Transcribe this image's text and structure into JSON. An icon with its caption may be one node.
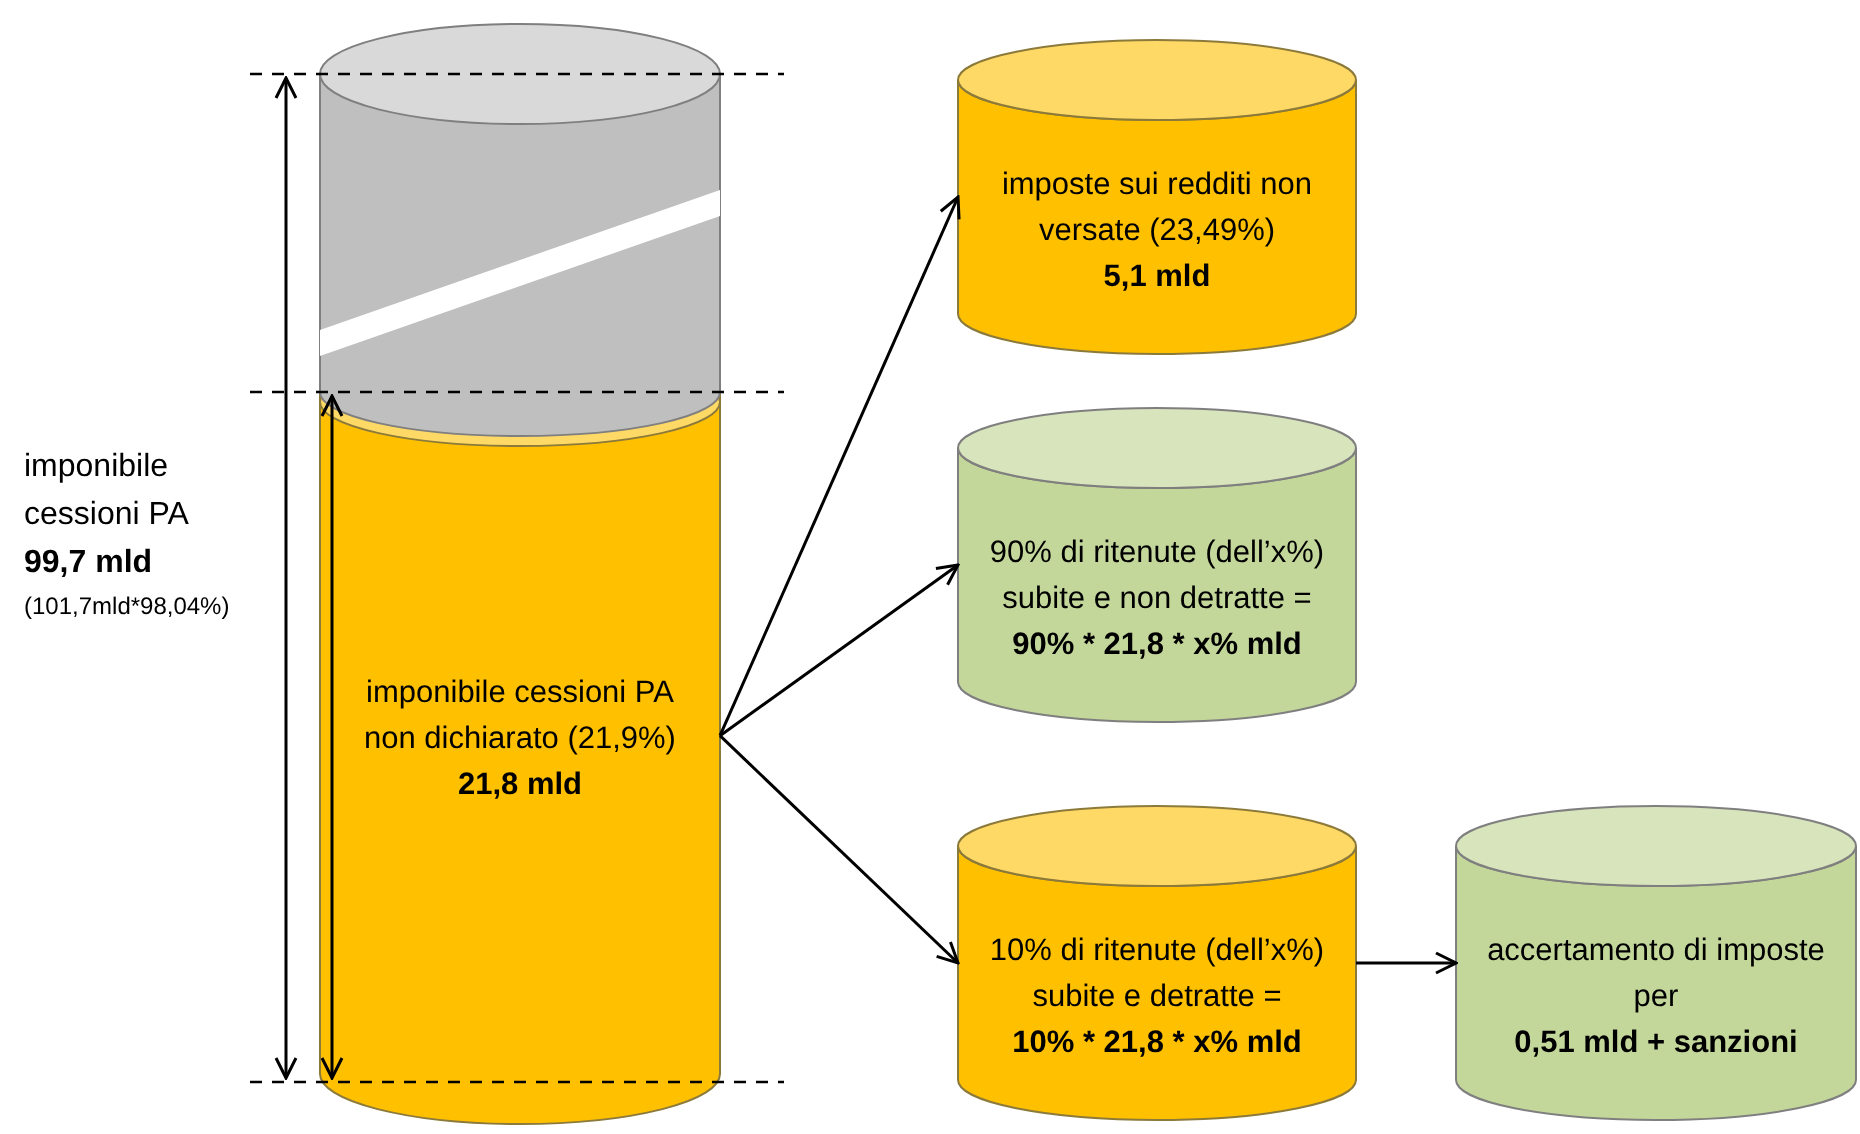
{
  "diagram": {
    "nodes": [
      {
        "text": [
          "imponibile cessioni PA non dichiarato (21,9%)",
          "21,8 mld"
        ]
      },
      {
        "text": [
          "imposte sui redditi non versate (23,49%)",
          "5,1 mld"
        ]
      },
      {
        "text": [
          "90% di ritenute (dell’x%) subite e non detratte =",
          "90% * 21,8 * x% mld"
        ]
      },
      {
        "text": [
          "10% di ritenute (dell’x%) subite e detratte =",
          "10% * 21,8 * x% mld"
        ]
      },
      {
        "text": [
          "accertamento di imposte per",
          "0,51 mld + sanzioni"
        ]
      }
    ],
    "edges": [
      {
        "from": 0,
        "to": 1,
        "arrow": "to"
      },
      {
        "from": 0,
        "to": 2,
        "arrow": "to"
      },
      {
        "from": 0,
        "to": 3,
        "arrow": "to"
      },
      {
        "from": 3,
        "to": 4,
        "arrow": "to"
      }
    ],
    "labels": [
      "imponibile cessioni PA",
      "99,7 mld",
      "(101,7mld*98,04%)"
    ]
  }
}
